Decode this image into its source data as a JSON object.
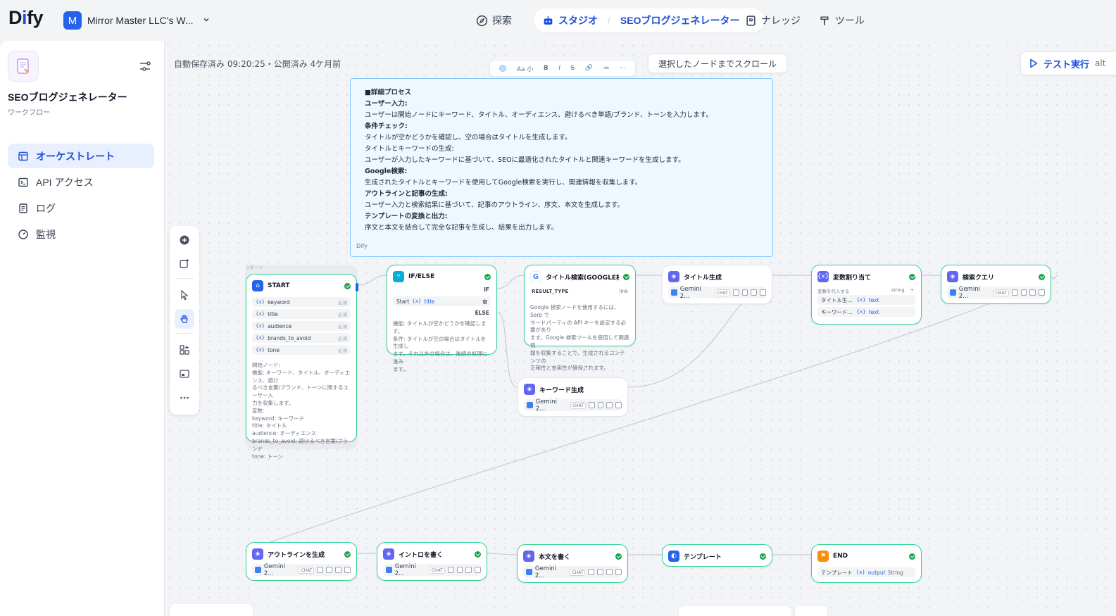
{
  "topbar": {
    "logo": "Dify",
    "workspace": {
      "avatar": "M",
      "name": "Mirror Master LLC's W..."
    },
    "nav": {
      "explore": "探索",
      "studio": "スタジオ",
      "current_app": "SEOブログジェネレーター",
      "knowledge": "ナレッジ",
      "tools": "ツール"
    }
  },
  "sidebar": {
    "app_name": "SEOブログジェネレーター",
    "app_type": "ワークフロー",
    "items": [
      {
        "label": "オーケストレート",
        "icon": "layout-icon",
        "active": true
      },
      {
        "label": "API アクセス",
        "icon": "terminal-icon",
        "active": false
      },
      {
        "label": "ログ",
        "icon": "file-list-icon",
        "active": false
      },
      {
        "label": "監視",
        "icon": "gauge-icon",
        "active": false
      }
    ]
  },
  "canvas": {
    "autosave": "自動保存済み 09:20:25・公開済み 4ケ月前",
    "scroll_button": "選択したノードまでスクロール",
    "test_run": "テスト実行",
    "test_run_hint": "alt",
    "note_toolbar": {
      "font": "Aa 小",
      "bold": "B",
      "italic": "I",
      "strike": "S",
      "link": "🔗",
      "list": "≔",
      "more": "···"
    },
    "note": {
      "lines": [
        {
          "text": "■詳細プロセス",
          "bold": true
        },
        {
          "text": "ユーザー入力:",
          "bold": true
        },
        {
          "text": "ユーザーは開始ノードにキーワード、タイトル、オーディエンス、避けるべき単語/ブランド、トーンを入力します。",
          "bold": false
        },
        {
          "text": "条件チェック:",
          "bold": true
        },
        {
          "text": "タイトルが空かどうかを確認し、空の場合はタイトルを生成します。",
          "bold": false
        },
        {
          "text": "タイトルとキーワードの生成:",
          "bold": false
        },
        {
          "text": "ユーザーが入力したキーワードに基づいて、SEOに最適化されたタイトルと関連キーワードを生成します。",
          "bold": false
        },
        {
          "text": "Google検索:",
          "bold": true
        },
        {
          "text": "生成されたタイトルとキーワードを使用してGoogle検索を実行し、関連情報を収集します。",
          "bold": false
        },
        {
          "text": "アウトラインと記事の生成:",
          "bold": true
        },
        {
          "text": "ユーザー入力と検索結果に基づいて、記事のアウトライン、序文、本文を生成します。",
          "bold": false
        },
        {
          "text": "テンプレートの変換と出力:",
          "bold": true
        },
        {
          "text": "序文と本文を結合して完全な記事を生成し、結果を出力します。",
          "bold": false
        }
      ],
      "author": "Dify"
    }
  },
  "nodes": {
    "start_tag": "スタート",
    "start": {
      "title": "START",
      "vars": [
        {
          "name": "keyword",
          "req": "必須"
        },
        {
          "name": "title",
          "req": "必須"
        },
        {
          "name": "audience",
          "req": "必須"
        },
        {
          "name": "brands_to_avoid",
          "req": "必須"
        },
        {
          "name": "tone",
          "req": "必須"
        }
      ],
      "desc": [
        "開始ノード:",
        "機能: キーワード、タイトル、オーディエンス、避け",
        "るべき言葉/ブランド、トーンに関するユーザー入",
        "力を収集します。",
        "変数:",
        "keyword: キーワード",
        "title: タイトル",
        "audience: オーディエンス",
        "brands_to_avoid: 避けるべき言葉/ブランド",
        "tone: トーン"
      ]
    },
    "ifelse": {
      "title": "IF/ELSE",
      "if": "IF",
      "cond_left": "Start",
      "cond_var": "title",
      "cond_op": "空",
      "else": "ELSE",
      "desc": [
        "機能: タイトルが空かどうかを確認します。",
        "条件: タイトルが空の場合はタイトルを生成し",
        "ます。それ以外の場合は、後続の処理に進み",
        "ます。"
      ]
    },
    "google": {
      "title": "タイトル検索(GOOGLE検索)",
      "param": "RESULT_TYPE",
      "param_value": "link",
      "desc": [
        "Google 検索ノードを使用するには、Serp で",
        "サードパーティの API キーを設定する必要があり",
        "ます。Google 検索ツールを使用して関連情",
        "報を収集することで、生成されるコンテンツの",
        "正確性と充実性が確保されます。"
      ]
    },
    "title_gen": {
      "title": "タイトル生成",
      "model": "Gemini 2...",
      "chip": "CHAT"
    },
    "assign": {
      "title": "変数割り当て",
      "label": "変数を代入する",
      "type": "string",
      "rows": [
        {
          "left": "タイトル生...",
          "right": "text"
        },
        {
          "left": "キーワード...",
          "right": "text"
        }
      ]
    },
    "query": {
      "title": "検索クエリ",
      "model": "Gemini 2...",
      "chip": "CHAT"
    },
    "keyword_gen": {
      "title": "キーワード生成",
      "model": "Gemini 2...",
      "chip": "CHAT"
    },
    "outline": {
      "title": "アウトラインを生成",
      "model": "Gemini 2...",
      "chip": "CHAT"
    },
    "intro": {
      "title": "イントロを書く",
      "model": "Gemini 2...",
      "chip": "CHAT"
    },
    "body": {
      "title": "本文を書く",
      "model": "Gemini 2...",
      "chip": "CHAT"
    },
    "template": {
      "title": "テンプレート"
    },
    "end": {
      "title": "END",
      "out_label": "テンプレート",
      "out_var": "output",
      "out_type": "String"
    }
  },
  "colors": {
    "accent": "#1d4ed8",
    "node_border": "#34d399",
    "note_bg": "#eff8ff"
  }
}
